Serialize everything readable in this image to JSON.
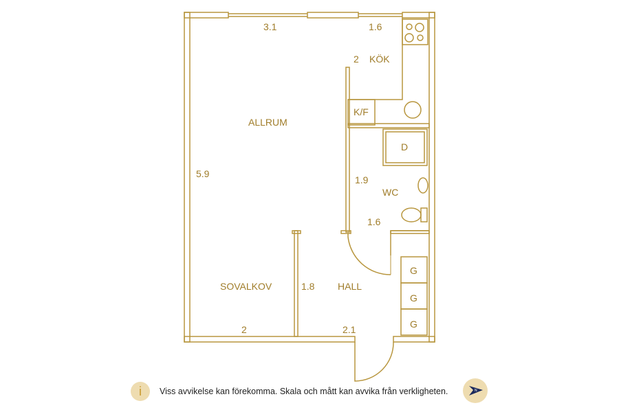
{
  "plan": {
    "rooms": {
      "allrum": "ALLRUM",
      "kok": "KÖK",
      "kf": "K/F",
      "wc": "WC",
      "shower": "D",
      "hall": "HALL",
      "sovalkov": "SOVALKOV",
      "closet1": "G",
      "closet2": "G",
      "closet3": "G"
    },
    "dimensions": {
      "allrum_width": "3.1",
      "allrum_height": "5.9",
      "kok_width": "1.6",
      "kok_depth": "2",
      "wc_depth": "1.9",
      "wc_width": "1.6",
      "sovalkov_width": "2",
      "sovalkov_depth": "1.8",
      "hall_width": "2.1"
    },
    "color": "#b8963e"
  },
  "footer": {
    "info_icon": "i",
    "disclaimer": "Viss avvikelse kan förekomma. Skala och mått kan avvika från verkligheten.",
    "compass_icon": "north-arrow-icon"
  }
}
